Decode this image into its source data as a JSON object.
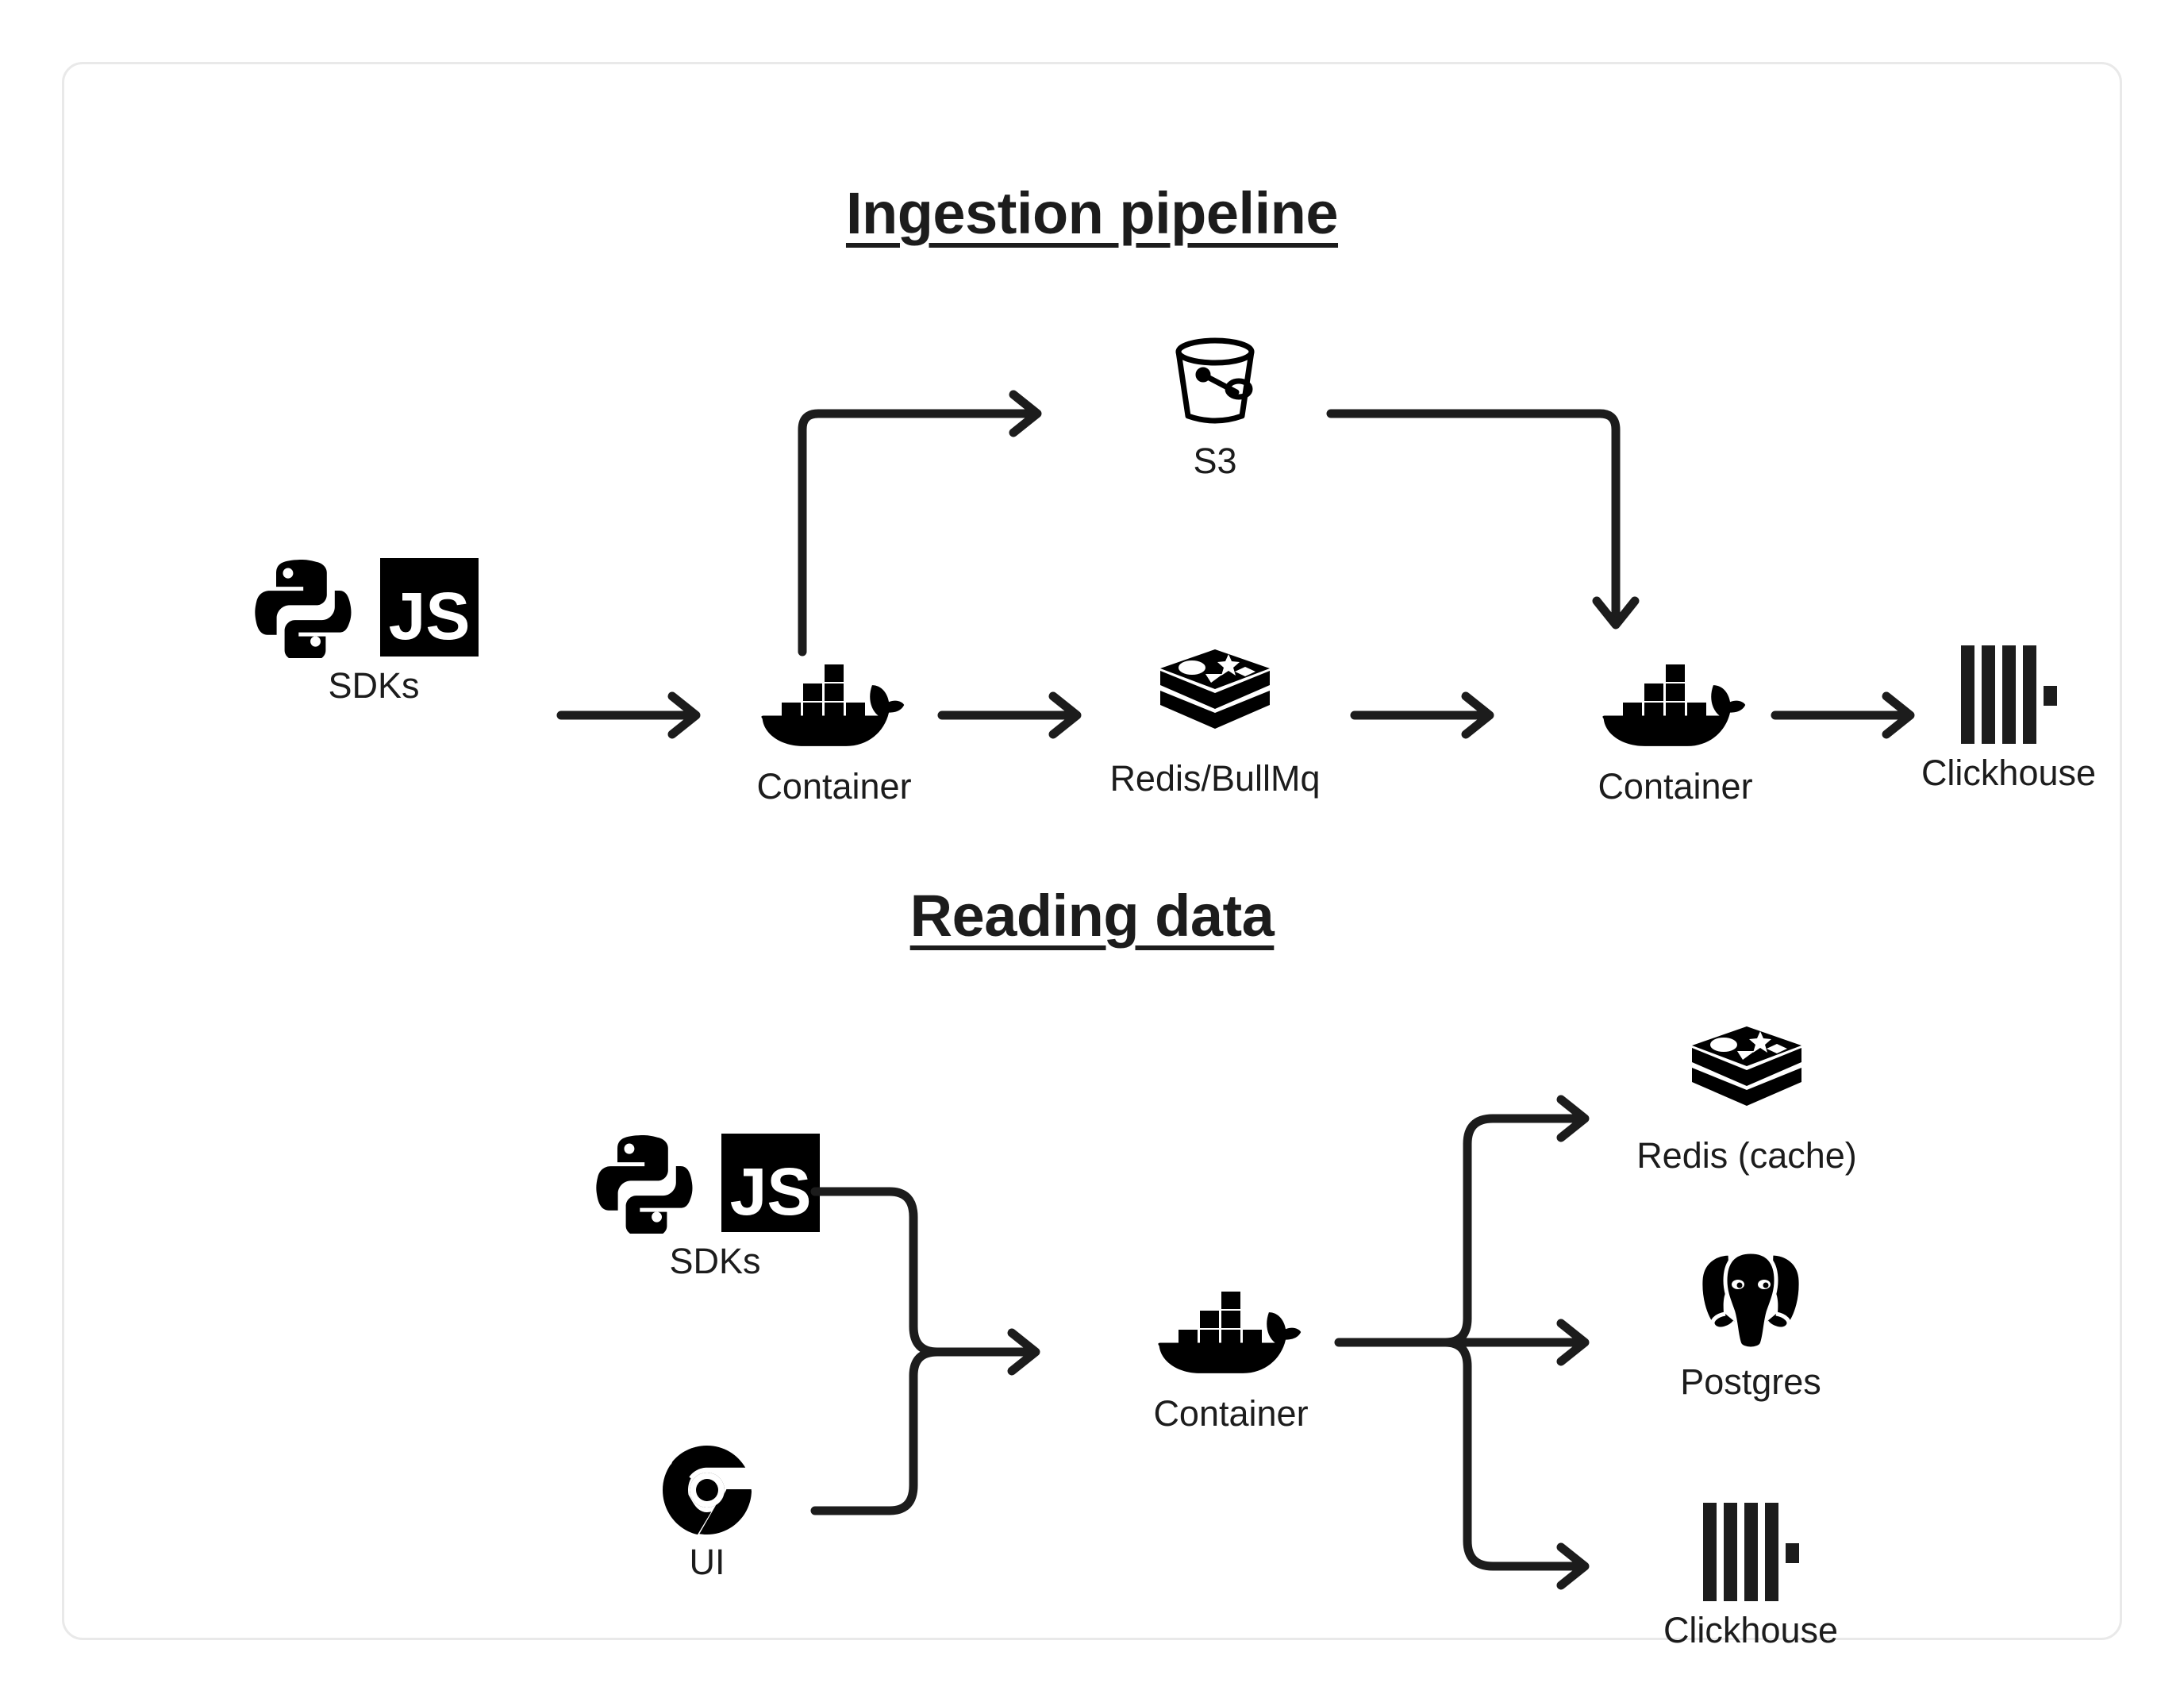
{
  "card": {
    "border_color": "#e9e9e9",
    "background": "#ffffff"
  },
  "theme": {
    "ink": "#1c1c1c",
    "stroke": "#1c1c1c",
    "js_badge_bg": "#000000",
    "js_badge_fg": "#ffffff"
  },
  "sections": [
    {
      "id": "ingestion",
      "title": "Ingestion pipeline",
      "nodes": [
        {
          "id": "sdks",
          "label": "SDKs",
          "icon": "python-js-sdk-icon"
        },
        {
          "id": "container-1",
          "label": "Container",
          "icon": "docker-icon"
        },
        {
          "id": "s3",
          "label": "S3",
          "icon": "bucket-icon"
        },
        {
          "id": "redis-bullmq",
          "label": "Redis/BullMq",
          "icon": "redis-icon"
        },
        {
          "id": "container-2",
          "label": "Container",
          "icon": "docker-icon"
        },
        {
          "id": "clickhouse",
          "label": "Clickhouse",
          "icon": "clickhouse-icon"
        }
      ],
      "edges": [
        {
          "from": "sdks",
          "to": "container-1",
          "shape": "straight-arrow"
        },
        {
          "from": "container-1",
          "to": "s3",
          "shape": "up-then-right-arrow"
        },
        {
          "from": "container-1",
          "to": "redis-bullmq",
          "shape": "straight-arrow"
        },
        {
          "from": "s3",
          "to": "container-2",
          "shape": "right-then-down-arrow"
        },
        {
          "from": "redis-bullmq",
          "to": "container-2",
          "shape": "straight-arrow"
        },
        {
          "from": "container-2",
          "to": "clickhouse",
          "shape": "straight-arrow"
        }
      ]
    },
    {
      "id": "reading",
      "title": "Reading data",
      "nodes": [
        {
          "id": "sdks-read",
          "label": "SDKs",
          "icon": "python-js-sdk-icon"
        },
        {
          "id": "ui",
          "label": "UI",
          "icon": "chrome-icon"
        },
        {
          "id": "container-read",
          "label": "Container",
          "icon": "docker-icon"
        },
        {
          "id": "redis-cache",
          "label": "Redis (cache)",
          "icon": "redis-icon"
        },
        {
          "id": "postgres",
          "label": "Postgres",
          "icon": "postgres-elephant-icon"
        },
        {
          "id": "clickhouse-read",
          "label": "Clickhouse",
          "icon": "clickhouse-icon"
        }
      ],
      "edges": [
        {
          "from": "sdks-read",
          "to": "container-read",
          "shape": "merge-arrow"
        },
        {
          "from": "ui",
          "to": "container-read",
          "shape": "merge-arrow"
        },
        {
          "from": "container-read",
          "to": "redis-cache",
          "shape": "fanout-up-arrow"
        },
        {
          "from": "container-read",
          "to": "postgres",
          "shape": "fanout-straight-arrow"
        },
        {
          "from": "container-read",
          "to": "clickhouse-read",
          "shape": "fanout-down-arrow"
        }
      ]
    }
  ],
  "icons": {
    "python-js-sdk-icon": "python logo plus black JS badge",
    "docker-icon": "docker whale with containers",
    "bucket-icon": "s3 storage bucket outline",
    "redis-icon": "redis stacked layers",
    "clickhouse-icon": "clickhouse vertical bars",
    "chrome-icon": "chrome browser circle",
    "postgres-elephant-icon": "postgresql elephant head"
  },
  "js_badge_text": "JS"
}
